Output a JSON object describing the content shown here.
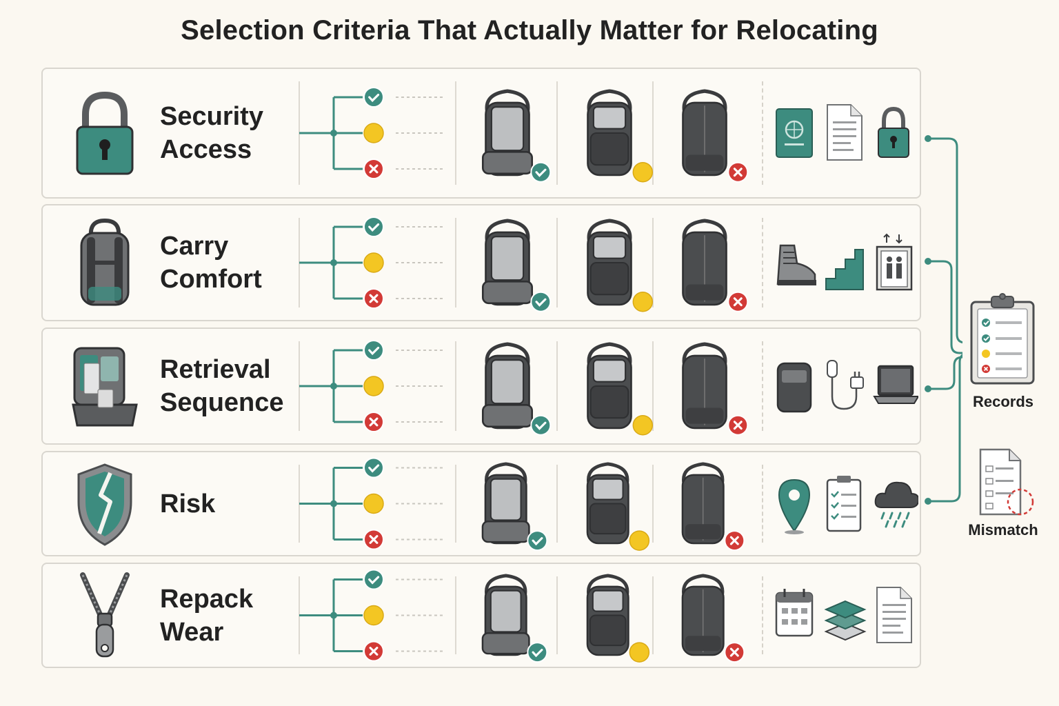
{
  "title": "Selection Criteria That Actually Matter for Relocating",
  "colors": {
    "teal": "#3d8c7f",
    "yellow": "#f3c623",
    "red": "#d23a36",
    "dark_gray": "#4b4d4f",
    "mid_gray": "#6f7173"
  },
  "rows": [
    {
      "line1": "Security",
      "line2": "Access",
      "icon": "padlock-icon",
      "context_icons": [
        "passport-icon",
        "document-icon",
        "padlock-icon"
      ]
    },
    {
      "line1": "Carry",
      "line2": "Comfort",
      "icon": "backpack-harness-icon",
      "context_icons": [
        "hiking-boot-icon",
        "stairs-icon",
        "elevator-icon"
      ]
    },
    {
      "line1": "Retrieval",
      "line2": "Sequence",
      "icon": "open-backpack-icon",
      "context_icons": [
        "pouch-icon",
        "charger-cable-icon",
        "laptop-icon"
      ]
    },
    {
      "line1": "Risk",
      "line2": "",
      "icon": "cracked-shield-icon",
      "context_icons": [
        "location-pin-icon",
        "checklist-icon",
        "rain-cloud-icon"
      ]
    },
    {
      "line1": "Repack",
      "line2": "Wear",
      "icon": "zipper-icon",
      "context_icons": [
        "calendar-icon",
        "layers-icon",
        "document-icon"
      ]
    }
  ],
  "ratings": [
    "pass-check-icon",
    "partial-yellow-icon",
    "fail-x-icon"
  ],
  "side": {
    "records_label": "Records",
    "mismatch_label": "Mismatch"
  }
}
